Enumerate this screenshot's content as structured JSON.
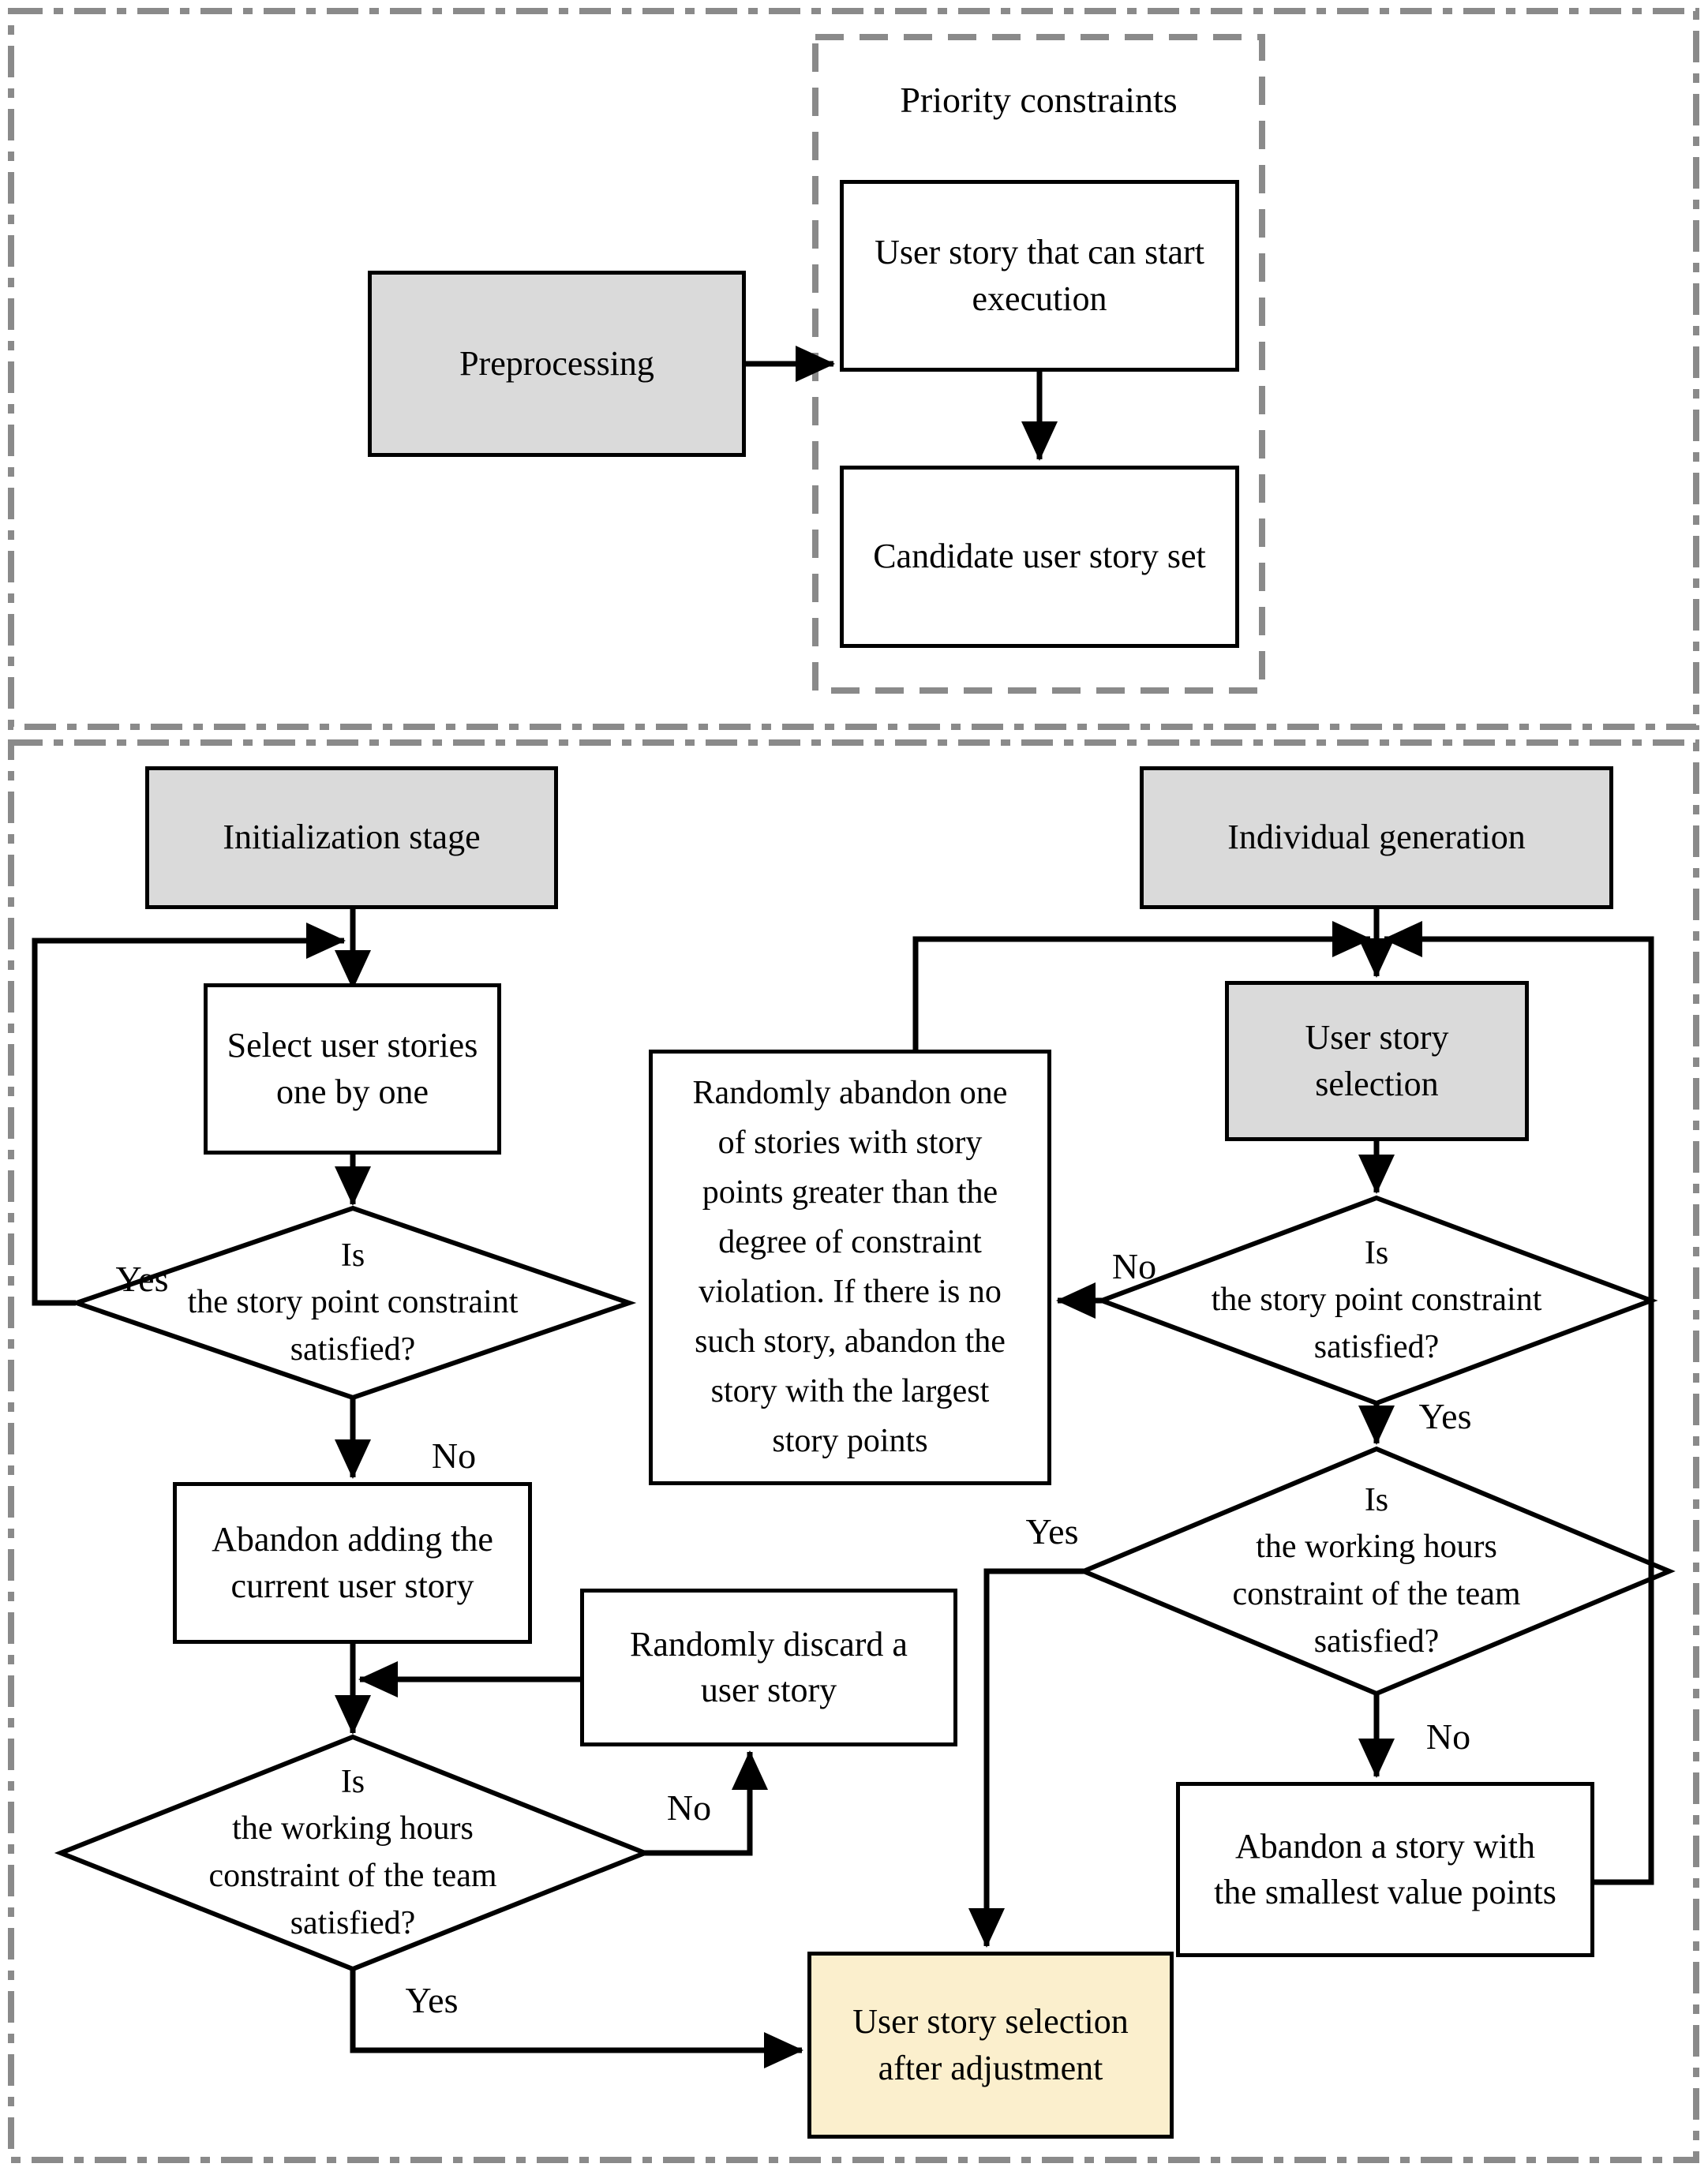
{
  "labels": {
    "yes": "Yes",
    "no": "No"
  },
  "top_section": {
    "preprocessing": "Preprocessing",
    "priority_constraints": {
      "title": "Priority constraints",
      "start_execution": "User story that can start\nexecution",
      "candidate_set": "Candidate user story set"
    }
  },
  "bottom_section": {
    "initialization": {
      "stage": "Initialization stage",
      "select_stories": "Select user stories\none by one",
      "story_point_check": "Is\nthe story point constraint\nsatisfied?",
      "abandon_current": "Abandon adding the\ncurrent user story",
      "working_hours_check": "Is\nthe working hours\nconstraint of the team\nsatisfied?",
      "randomly_discard": "Randomly discard a\nuser story"
    },
    "generation": {
      "stage": "Individual generation",
      "user_story_selection": "User story\nselection",
      "story_point_check": "Is\nthe story point constraint\nsatisfied?",
      "working_hours_check": "Is\nthe working hours\nconstraint of the team\nsatisfied?",
      "randomly_abandon": "Randomly abandon one\nof stories with story\npoints greater than the\ndegree of constraint\nviolation. If there is no\nsuch story, abandon the\nstory with the largest\nstory points",
      "abandon_smallest": "Abandon a story with\nthe smallest value points",
      "result": "User story selection\nafter adjustment"
    }
  },
  "colors": {
    "stage_fill": "#dadada",
    "result_fill": "#fbefcd",
    "box_fill": "#ffffff",
    "line": "#000000",
    "frame_gray": "#8a8a8a"
  }
}
